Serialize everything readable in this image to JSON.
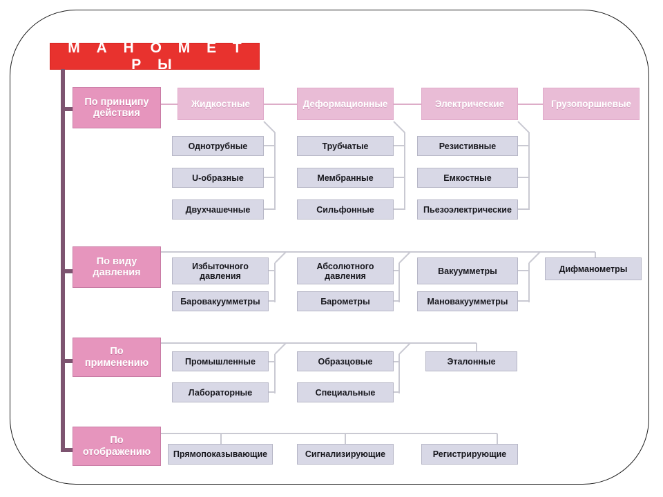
{
  "diagram": {
    "title": "М А Н О М Е Т Р Ы",
    "title_plain": "МАНОМЕТРЫ",
    "colors": {
      "title_bg": "#e8322e",
      "title_text": "#ffffff",
      "category_bg": "#e695bd",
      "group_bg": "#e9bcd6",
      "leaf_bg": "#d8d8e6",
      "spine": "#7d5470",
      "connector": "#c9c9d2",
      "frame_border": "#1a1a1a",
      "page_bg": "#ffffff"
    },
    "categories": [
      {
        "id": "princip",
        "label": "По принципу\nдействия",
        "groups": [
          {
            "label": "Жидкостные",
            "items": [
              "Однотрубные",
              "U-образные",
              "Двухчашечные"
            ]
          },
          {
            "label": "Деформационные",
            "items": [
              "Трубчатые",
              "Мембранные",
              "Сильфонные"
            ]
          },
          {
            "label": "Электрические",
            "items": [
              "Резистивные",
              "Емкостные",
              "Пьезоэлектрические"
            ]
          },
          {
            "label": "Грузопоршневые",
            "items": []
          }
        ]
      },
      {
        "id": "vid-davleniya",
        "label": "По виду\nдавления",
        "groups": [
          {
            "label": "",
            "items": [
              "Избыточного\nдавления",
              "Баровакуумметры"
            ]
          },
          {
            "label": "",
            "items": [
              "Абсолютного\nдавления",
              "Барометры"
            ]
          },
          {
            "label": "",
            "items": [
              "Вакуумметры",
              "Мановакуумметры"
            ]
          },
          {
            "label": "",
            "items": [
              "Дифманометры"
            ]
          }
        ]
      },
      {
        "id": "primenenie",
        "label": "По\nприменению",
        "groups": [
          {
            "label": "",
            "items": [
              "Промышленные",
              "Лабораторные"
            ]
          },
          {
            "label": "",
            "items": [
              "Образцовые",
              "Специальные"
            ]
          },
          {
            "label": "",
            "items": [
              "Эталонные"
            ]
          }
        ]
      },
      {
        "id": "otobrazhenie",
        "label": "По\nотображению",
        "groups": [
          {
            "label": "",
            "items": [
              "Прямопоказывающие"
            ]
          },
          {
            "label": "",
            "items": [
              "Сигнализирующие"
            ]
          },
          {
            "label": "",
            "items": [
              "Регистрирующие"
            ]
          }
        ]
      }
    ]
  }
}
